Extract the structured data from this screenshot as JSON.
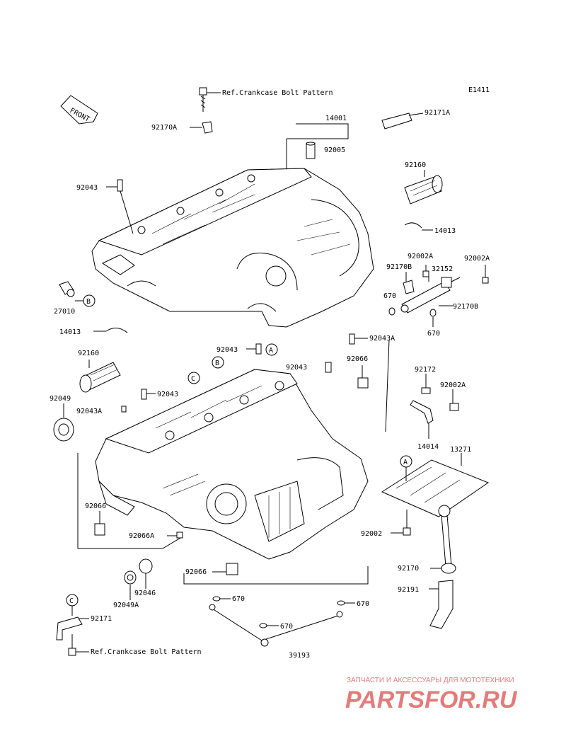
{
  "diagram_id": "E1411",
  "front_label": "FRONT",
  "ref_crankcase_top": "Ref.Crankcase Bolt Pattern",
  "ref_crankcase_bottom": "Ref.Crankcase Bolt Pattern",
  "callout_letters": {
    "a": "A",
    "b": "B",
    "c": "C"
  },
  "part_numbers": {
    "p14001": "14001",
    "p92171a": "92171A",
    "p92170a": "92170A",
    "p92005": "92005",
    "p92160_top": "92160",
    "p92043_top": "92043",
    "p14013_right": "14013",
    "p92002a_1": "92002A",
    "p92002a_2": "92002A",
    "p92170b_1": "92170B",
    "p32152": "32152",
    "p670_1": "670",
    "p92170b_2": "92170B",
    "p670_2": "670",
    "p27010": "27010",
    "p14013_left": "14013",
    "p92043a_1": "92043A",
    "p92043_mid": "92043",
    "p92043_mid2": "92043",
    "p92066_top": "92066",
    "p92160_left": "92160",
    "p92172": "92172",
    "p92002a_3": "92002A",
    "p92049": "92049",
    "p92043a_2": "92043A",
    "p92043_left": "92043",
    "p14014": "14014",
    "p13271": "13271",
    "p92066_left": "92066",
    "p92066a": "92066A",
    "p92002": "92002",
    "p92066_bottom": "92066",
    "p92170": "92170",
    "p92046": "92046",
    "p92191": "92191",
    "p92049a": "92049A",
    "p670_3": "670",
    "p670_4": "670",
    "p670_5": "670",
    "p92171": "92171",
    "p39193": "39193"
  },
  "watermark": {
    "top_text": "ЗАПЧАСТИ И АКСЕССУАРЫ ДЛЯ МОТОТЕХНИКИ",
    "brand": "PARTSFOR.RU",
    "color": "#e37b7b"
  }
}
